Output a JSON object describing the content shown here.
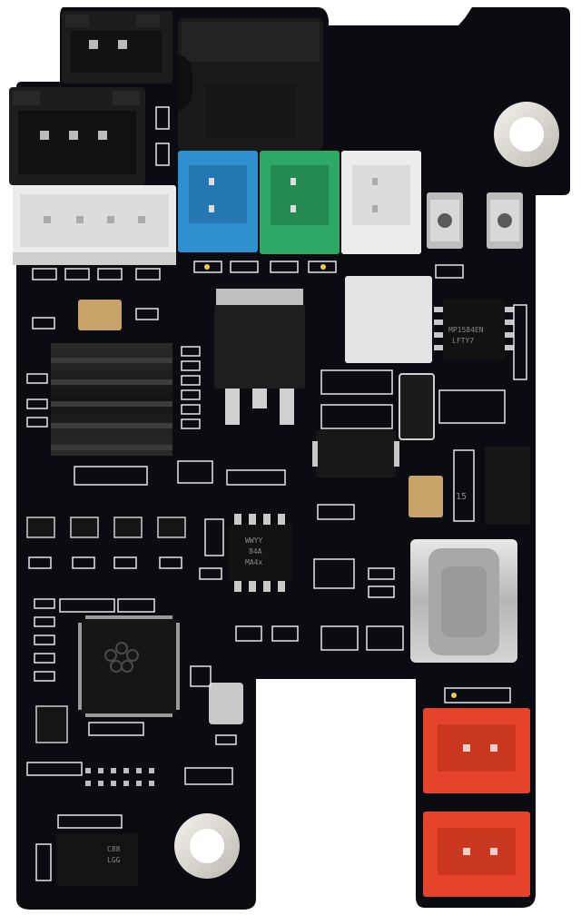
{
  "photo": {
    "subject": "black printed circuit board",
    "board_color": "#0b0b12",
    "silkscreen_color": "#e6e6e6",
    "pad_color": "#c9c9c9",
    "connectors": {
      "white": "#ececec",
      "blue": "#2f8fcf",
      "green": "#2ea865",
      "red": "#e5442a",
      "black": "#1c1c1c"
    }
  },
  "markings": {
    "mosfet_line1": "WWYY",
    "mosfet_line2": "84A",
    "mosfet_line3": "MA4x",
    "driver_line1": "MP1584EN",
    "driver_line2": "LFTY7",
    "mcu_logo": "raspberry",
    "bottom_chip_line1": "C88",
    "bottom_chip_line2": "LGG",
    "diode_mark": "15"
  }
}
